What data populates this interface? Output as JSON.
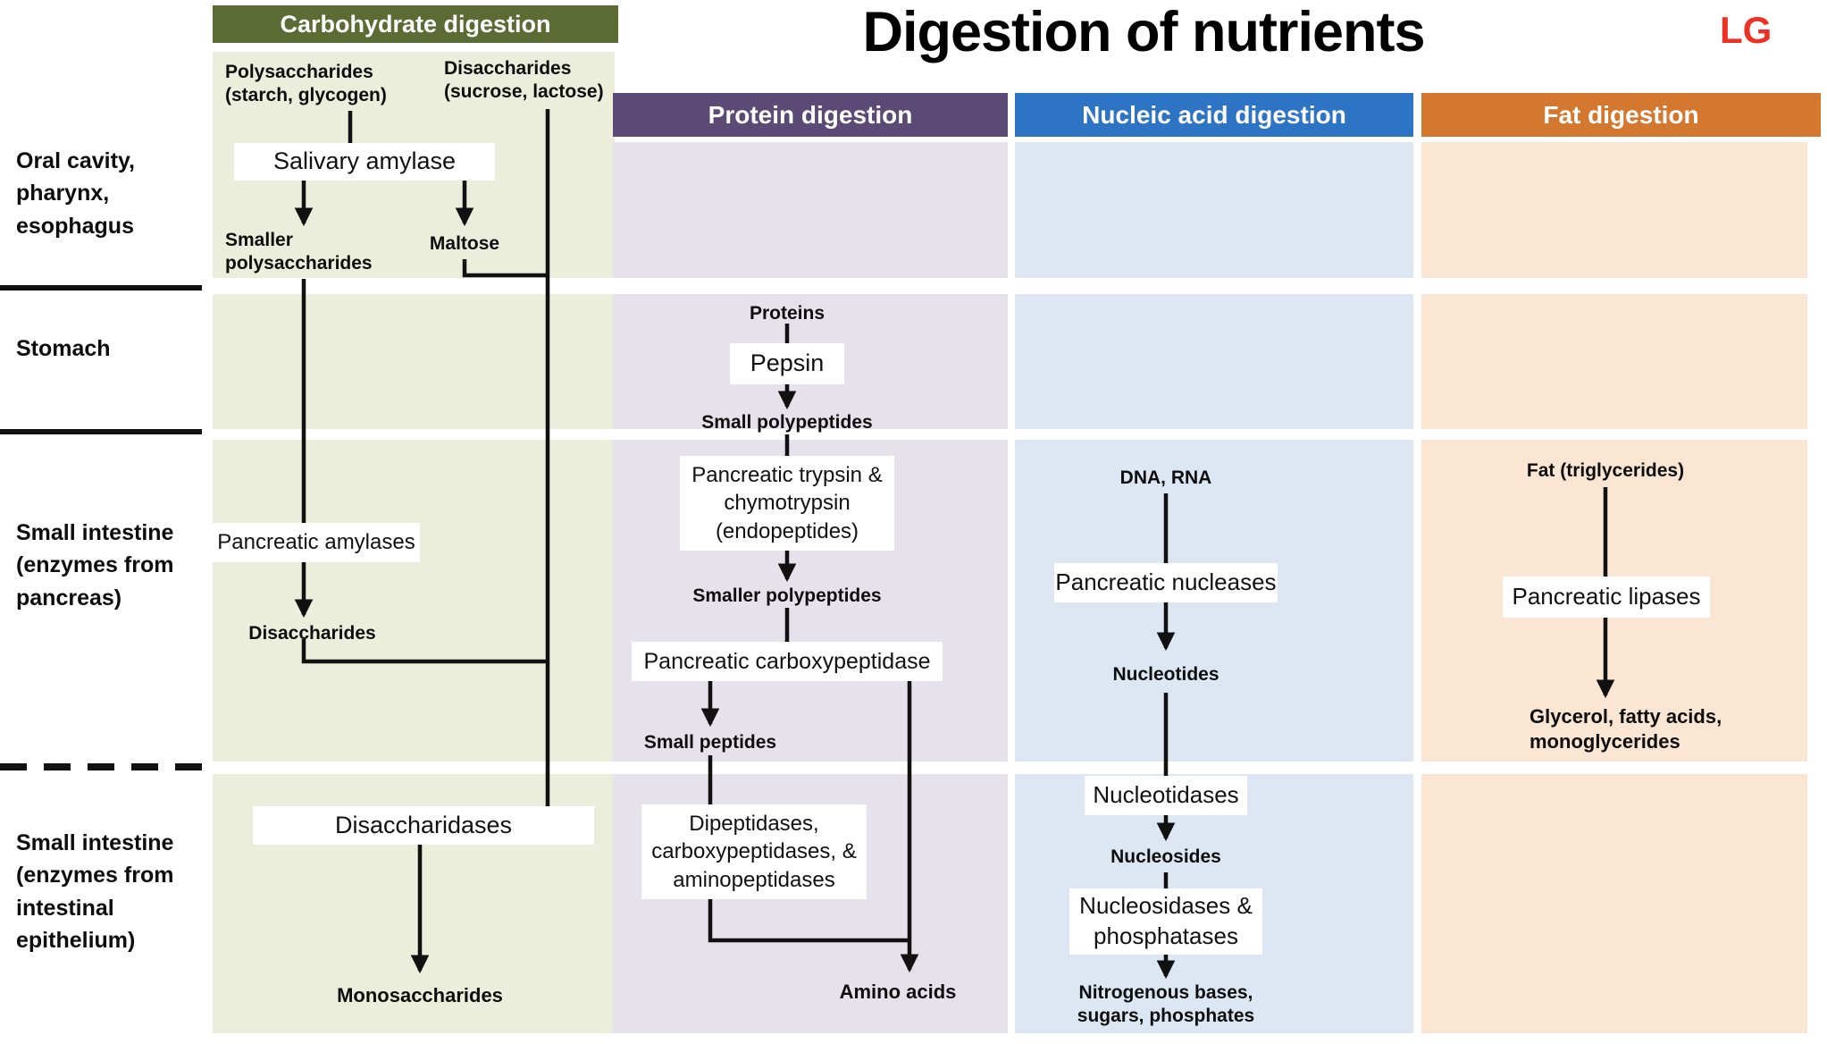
{
  "title": "Digestion of nutrients",
  "logo": "LG",
  "colors": {
    "carb_header_bg": "#5c6a33",
    "carb_bg": "#ebeedb",
    "protein_header_bg": "#5c4a76",
    "protein_bg": "#e5e2ec",
    "nucleic_header_bg": "#2e74c4",
    "nucleic_bg": "#dde7f4",
    "fat_header_bg": "#d4782f",
    "fat_bg": "#fae6d2",
    "logo_red": "#ee3124",
    "line_black": "#111111"
  },
  "row_labels": [
    "Oral cavity, pharynx, esophagus",
    "Stomach",
    "Small intestine (enzymes from pancreas)",
    "Small intestine (enzymes from intestinal epithelium)"
  ],
  "carb": {
    "header": "Carbohydrate digestion",
    "polysaccharides": "Polysaccharides (starch, glycogen)",
    "disaccharides_input": "Disaccharides (sucrose, lactose)",
    "salivary_amylase": "Salivary amylase",
    "smaller_polysaccharides": "Smaller polysaccharides",
    "maltose": "Maltose",
    "pancreatic_amylases": "Pancreatic amylases",
    "disaccharides": "Disaccharides",
    "disaccharidases": "Disaccharidases",
    "monosaccharides": "Monosaccharides"
  },
  "protein": {
    "header": "Protein digestion",
    "proteins": "Proteins",
    "pepsin": "Pepsin",
    "small_polypeptides": "Small polypeptides",
    "trypsin": "Pancreatic trypsin & chymotrypsin (endopeptides)",
    "smaller_polypeptides": "Smaller polypeptides",
    "carboxypeptidase": "Pancreatic carboxypeptidase",
    "small_peptides": "Small peptides",
    "dipeptidases": "Dipeptidases, carboxypeptidases, & aminopeptidases",
    "amino_acids": "Amino acids"
  },
  "nucleic": {
    "header": "Nucleic acid digestion",
    "dna_rna": "DNA, RNA",
    "pancreatic_nucleases": "Pancreatic nucleases",
    "nucleotides": "Nucleotides",
    "nucleotidases": "Nucleotidases",
    "nucleosides": "Nucleosides",
    "nucleosidases": "Nucleosidases & phosphatases",
    "end_products": "Nitrogenous bases, sugars, phosphates"
  },
  "fat": {
    "header": "Fat digestion",
    "fat_input": "Fat (triglycerides)",
    "pancreatic_lipases": "Pancreatic lipases",
    "end_products": "Glycerol, fatty acids, monoglycerides"
  }
}
